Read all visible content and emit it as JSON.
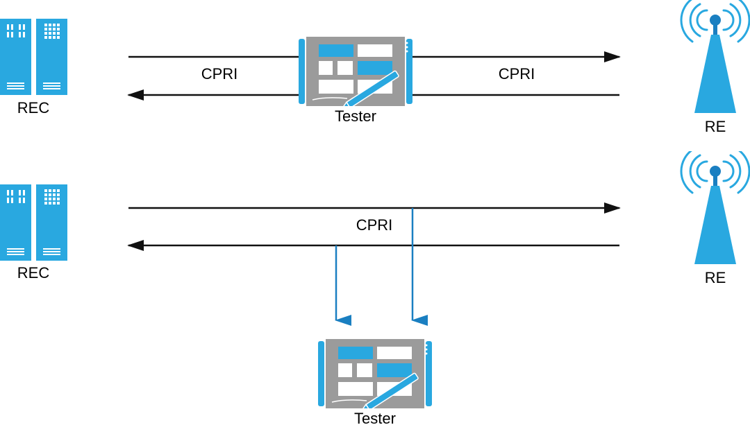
{
  "colors": {
    "blue": "#29a8e0",
    "blue_dark": "#1a7fc1",
    "arrow_dark": "#111111",
    "tester_body": "#9b9b9b",
    "white": "#ffffff"
  },
  "scenario_inline": {
    "rec_label": "REC",
    "re_label": "RE",
    "tester_label": "Tester",
    "link_left_label": "CPRI",
    "link_right_label": "CPRI"
  },
  "scenario_monitor": {
    "rec_label": "REC",
    "re_label": "RE",
    "tester_label": "Tester",
    "link_label": "CPRI"
  },
  "icons": {
    "rec": "server-rack-icon",
    "re": "radio-tower-icon",
    "tester": "tablet-tester-icon"
  }
}
